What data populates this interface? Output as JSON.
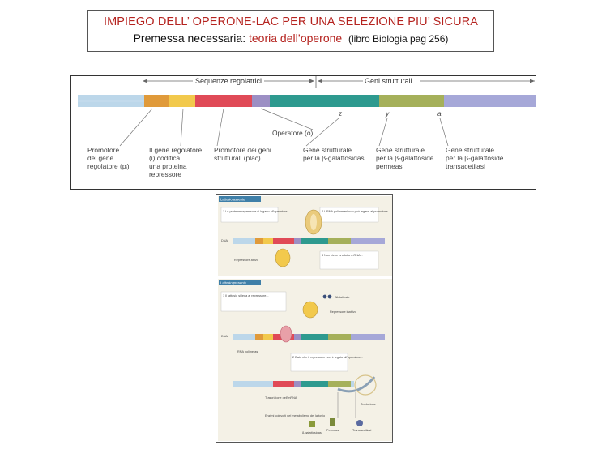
{
  "title": {
    "line1": "IMPIEGO DELL’ OPERONE-LAC PER UNA SELEZIONE PIU’ SICURA",
    "subtitle_prefix": "Premessa necessaria: ",
    "subtitle_highlight": "teoria dell’operone",
    "subtitle_ref": "(libro Biologia pag 256)"
  },
  "operon_figure": {
    "header_left": "Sequenze regolatrici",
    "header_right": "Geni strutturali",
    "operator_label": "Operatore (o)",
    "gene_letters": [
      "z",
      "y",
      "a"
    ],
    "labels": [
      [
        "Promotore",
        "del gene",
        "regolatore (pᵢ)"
      ],
      [
        "Il gene regolatore",
        "(i) codifica",
        "una proteina",
        "repressore"
      ],
      [
        "Promotore dei geni",
        "strutturali (plac)"
      ],
      [
        "Gene strutturale",
        "per la β-galattosidasi"
      ],
      [
        "Gene strutturale",
        "per la β-galattoside",
        "permeasi"
      ],
      [
        "Gene strutturale",
        "per la β-galattoside",
        "transacetilasi"
      ]
    ],
    "colors": {
      "dna_base": "#bcd7ea",
      "promoter_i": "#e09a3a",
      "gene_i": "#f2c94c",
      "plac": "#e04a57",
      "operator": "#9c8fc4",
      "gene_z": "#2e9a8f",
      "gene_y": "#a5b05a",
      "gene_a": "#a6a8d8"
    }
  },
  "panels": {
    "top_header": "Lattosio assente",
    "bottom_header": "Lattosio presente",
    "dna_label": "DNA",
    "top_step1": "1 Le proteine repressore si legano all'operatore...",
    "top_step2": "2 L'RNA polimerasi non può legarsi al promotore...",
    "top_step3": "3 Non viene prodotto mRNA...",
    "repressor_label": "Repressore attivo",
    "bottom_step1": "1 Il lattosio si lega al repressore...",
    "allolactose_label": "Allolattosio",
    "inactive_repressor_label": "Repressore inattivo",
    "bottom_step2": "2 Dato che il repressore non è legato all'operatore...",
    "rna_pol_label": "RNA polimerasi",
    "mrna_label": "Trascrizione dell'mRNA",
    "translation_label": "Traduzione",
    "enzymes_label": "Enzimi coinvolti nel metabolismo del lattosio",
    "enzyme_names": [
      "β-galattosidasi",
      "Permeasi",
      "Transacetilasi"
    ]
  }
}
